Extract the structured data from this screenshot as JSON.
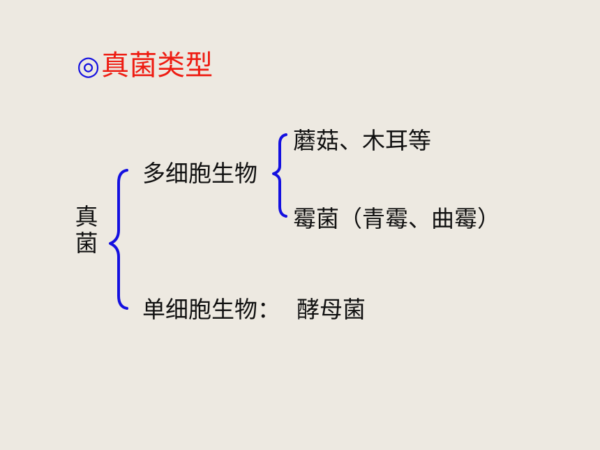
{
  "title": {
    "marker": "◎",
    "text": "真菌类型"
  },
  "colors": {
    "background": "#ede9e1",
    "title_marker": "#1410e0",
    "title_text": "#ee1c12",
    "brace": "#1410e0",
    "text": "#111111"
  },
  "tree": {
    "root_chars": [
      "真",
      "菌"
    ],
    "multicellular": {
      "label": "多细胞生物",
      "children": [
        "蘑菇、木耳等",
        "霉菌（青霉、曲霉）"
      ]
    },
    "unicellular": {
      "label": "单细胞生物：",
      "example": "酵母菌"
    }
  }
}
